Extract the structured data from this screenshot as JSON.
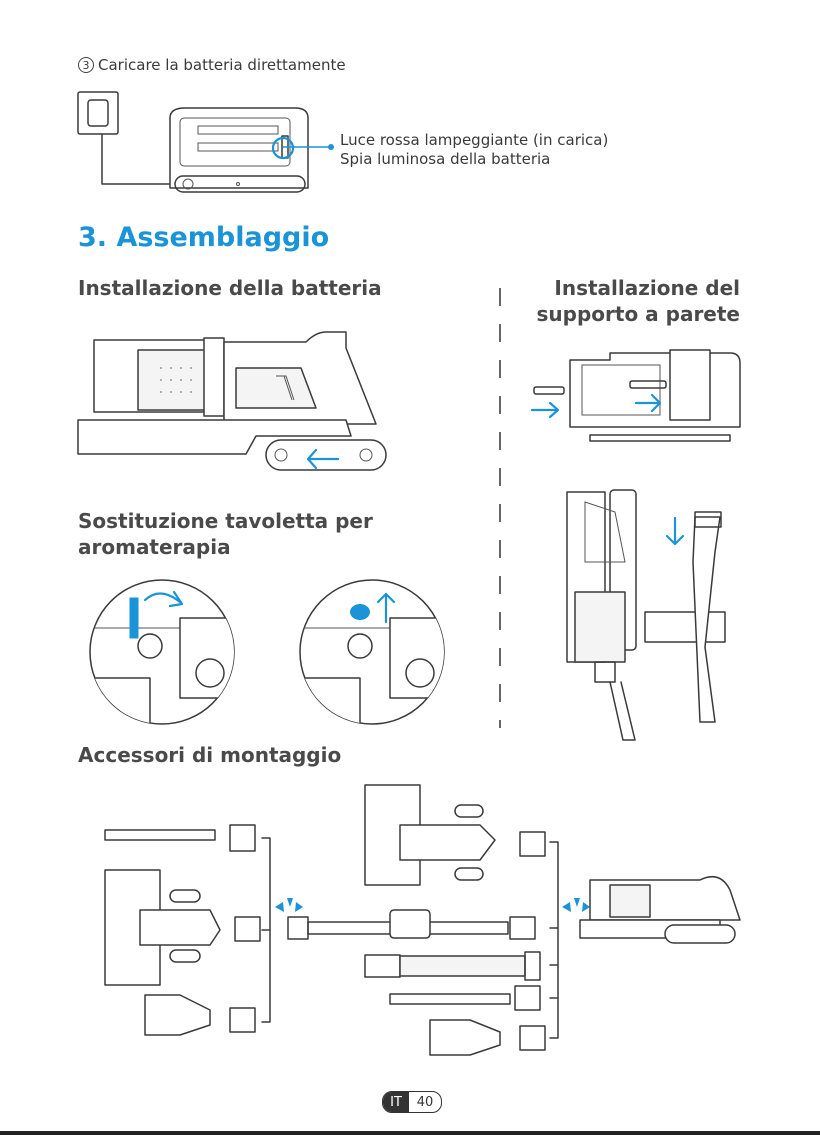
{
  "step": {
    "number": "3",
    "text": "Caricare la batteria direttamente"
  },
  "charging_labels": {
    "line1": "Luce rossa lampeggiante (in carica)",
    "line2": "Spia luminosa della batteria"
  },
  "section_title": "3. Assemblaggio",
  "subsections": {
    "battery": "Installazione della batteria",
    "wall_mount_line1": "Installazione del",
    "wall_mount_line2": "supporto a parete",
    "aroma_line1": "Sostituzione tavoletta per",
    "aroma_line2": "aromaterapia",
    "accessories": "Accessori di montaggio"
  },
  "footer": {
    "lang": "IT",
    "page": "40"
  },
  "colors": {
    "accent": "#1a93d8",
    "text": "#3a3a3a",
    "heading": "#4a4a4a"
  }
}
